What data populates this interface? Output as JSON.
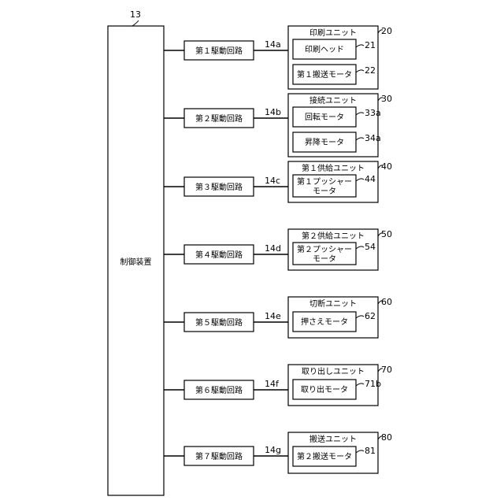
{
  "controller": {
    "ref": "13",
    "label": "制御装置"
  },
  "rows": [
    {
      "circuit": {
        "label": "第１駆動回路",
        "ref": "14a"
      },
      "unit": {
        "label": "印刷ユニット",
        "ref": "20"
      },
      "components": [
        {
          "label": "印刷ヘッド",
          "ref": "21"
        },
        {
          "label": "第１搬送モータ",
          "ref": "22"
        }
      ]
    },
    {
      "circuit": {
        "label": "第２駆動回路",
        "ref": "14b"
      },
      "unit": {
        "label": "接続ユニット",
        "ref": "30"
      },
      "components": [
        {
          "label": "回転モータ",
          "ref": "33a"
        },
        {
          "label": "昇降モータ",
          "ref": "34a"
        }
      ]
    },
    {
      "circuit": {
        "label": "第３駆動回路",
        "ref": "14c"
      },
      "unit": {
        "label": "第１供給ユニット",
        "ref": "40"
      },
      "components": [
        {
          "label": "第１プッシャー",
          "label2": "モータ",
          "ref": "44"
        }
      ]
    },
    {
      "circuit": {
        "label": "第４駆動回路",
        "ref": "14d"
      },
      "unit": {
        "label": "第２供給ユニット",
        "ref": "50"
      },
      "components": [
        {
          "label": "第２プッシャー",
          "label2": "モータ",
          "ref": "54"
        }
      ]
    },
    {
      "circuit": {
        "label": "第５駆動回路",
        "ref": "14e"
      },
      "unit": {
        "label": "切断ユニット",
        "ref": "60"
      },
      "components": [
        {
          "label": "押さえモータ",
          "ref": "62"
        }
      ]
    },
    {
      "circuit": {
        "label": "第６駆動回路",
        "ref": "14f"
      },
      "unit": {
        "label": "取り出しユニット",
        "ref": "70"
      },
      "components": [
        {
          "label": "取り出モータ",
          "ref": "71b"
        }
      ]
    },
    {
      "circuit": {
        "label": "第７駆動回路",
        "ref": "14g"
      },
      "unit": {
        "label": "搬送ユニット",
        "ref": "80"
      },
      "components": [
        {
          "label": "第２搬送モータ",
          "ref": "81"
        }
      ]
    }
  ]
}
